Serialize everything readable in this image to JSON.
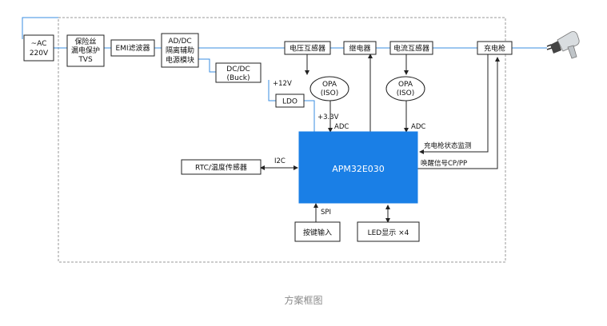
{
  "blocks": {
    "ac_input": [
      "~AC",
      "220V"
    ],
    "fuse_protection": [
      "保险丝",
      "漏电保护",
      "TVS"
    ],
    "emi_filter": [
      "EMI滤波器"
    ],
    "ac_dc": [
      "AD/DC",
      "隔离辅助",
      "电源模块"
    ],
    "dc_dc": [
      "DC/DC",
      "(Buck)"
    ],
    "ldo": [
      "LDO"
    ],
    "voltage_transformer": [
      "电压互感器"
    ],
    "relay": [
      "继电器"
    ],
    "current_transformer": [
      "电流互感器"
    ],
    "charging_gun": [
      "充电枪"
    ],
    "opa_left": [
      "OPA",
      "(ISO)"
    ],
    "opa_right": [
      "OPA",
      "(ISO)"
    ],
    "mcu": [
      "APM32E030"
    ],
    "rtc_sensor": [
      "RTC/温度传感器"
    ],
    "key_input": [
      "按键输入"
    ],
    "led_display": [
      "LED显示 ×4"
    ]
  },
  "labels": {
    "v12": "+12V",
    "v33": "+3.3V",
    "adc_left": "ADC",
    "adc_right": "ADC",
    "i2c": "I2C",
    "spi": "SPI",
    "gun_status": "充电枪状态监测",
    "wake_signal": "唤醒信号CP/PP"
  },
  "caption": "方案框图",
  "colors": {
    "mcu_fill": "#1a7fe6",
    "power_wire": "#3a8de0",
    "signal_wire": "#222222",
    "frame_border": "#9a9a9a",
    "caption_text": "#8a8a8a"
  },
  "icons": {
    "charger_plug": "ev-charger-plug-icon"
  }
}
